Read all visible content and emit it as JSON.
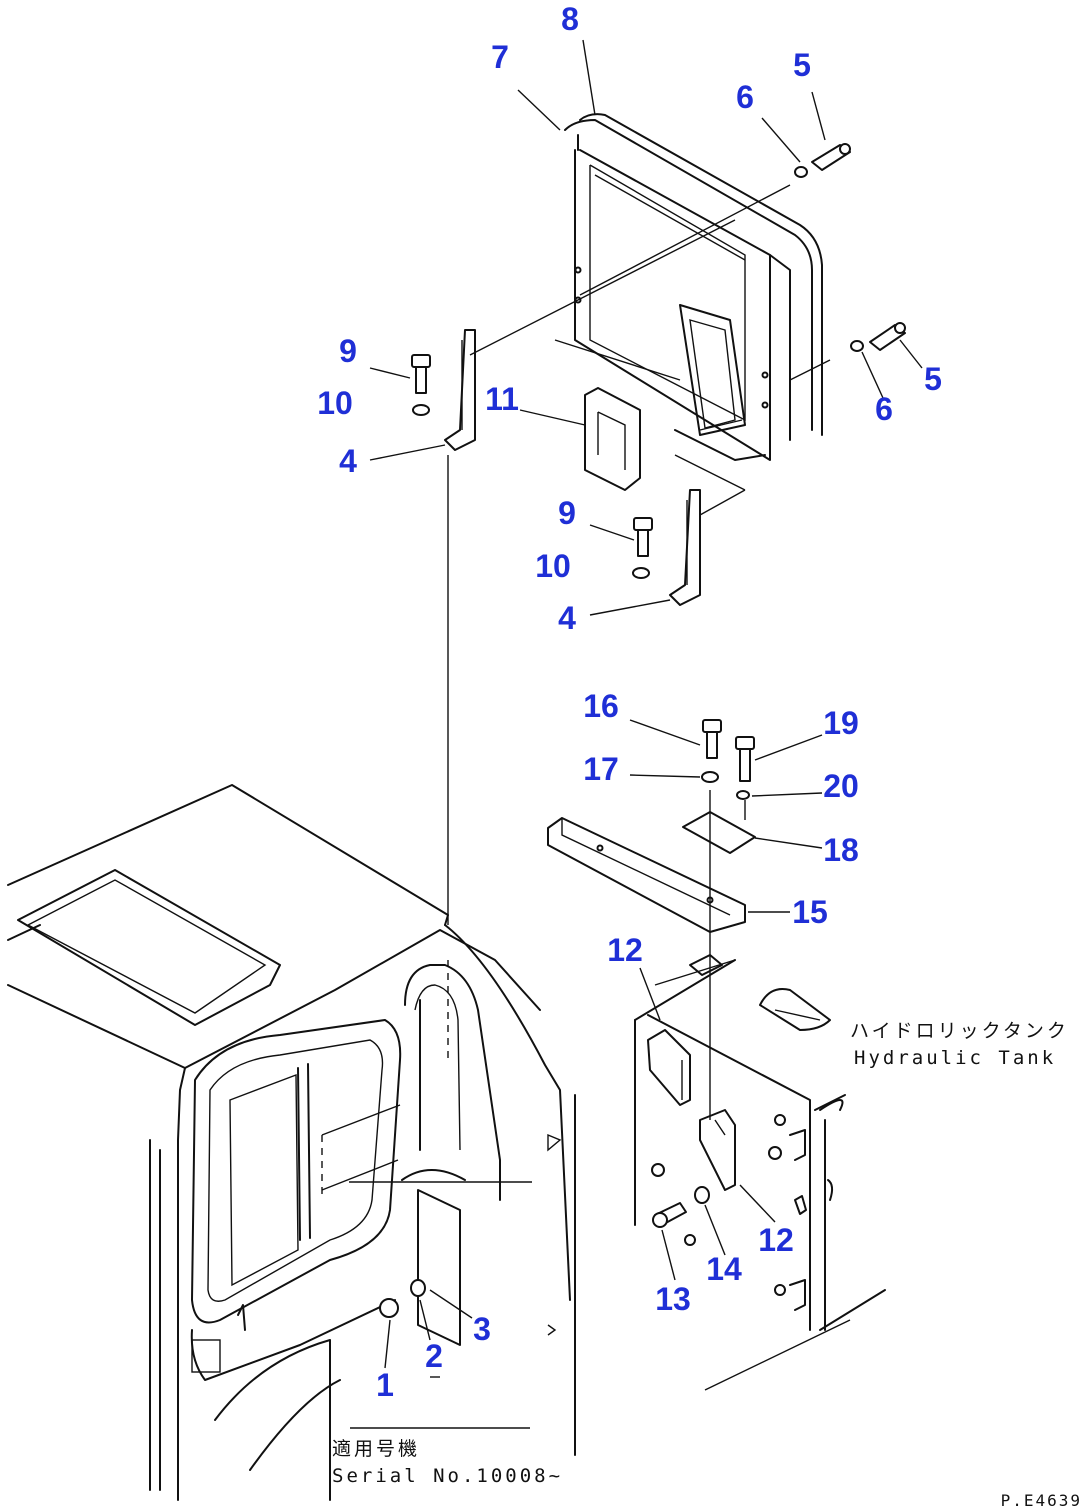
{
  "callouts": {
    "c1": "1",
    "c2": "2",
    "c3": "3",
    "c4a": "4",
    "c4b": "4",
    "c5a": "5",
    "c5b": "5",
    "c6a": "6",
    "c6b": "6",
    "c7": "7",
    "c8": "8",
    "c9a": "9",
    "c9b": "9",
    "c10a": "10",
    "c10b": "10",
    "c11": "11",
    "c12a": "12",
    "c12b": "12",
    "c13": "13",
    "c14": "14",
    "c15": "15",
    "c16": "16",
    "c17": "17",
    "c18": "18",
    "c19": "19",
    "c20": "20"
  },
  "annotations": {
    "tank_jp": "ハイドロリックタンク",
    "tank_en": "Hydraulic Tank",
    "serial_jp": "適用号機",
    "serial_en": "Serial No.10008~",
    "figure_id": "P.E4639"
  },
  "colors": {
    "callout": "#1f2fd6",
    "line": "#111111"
  }
}
